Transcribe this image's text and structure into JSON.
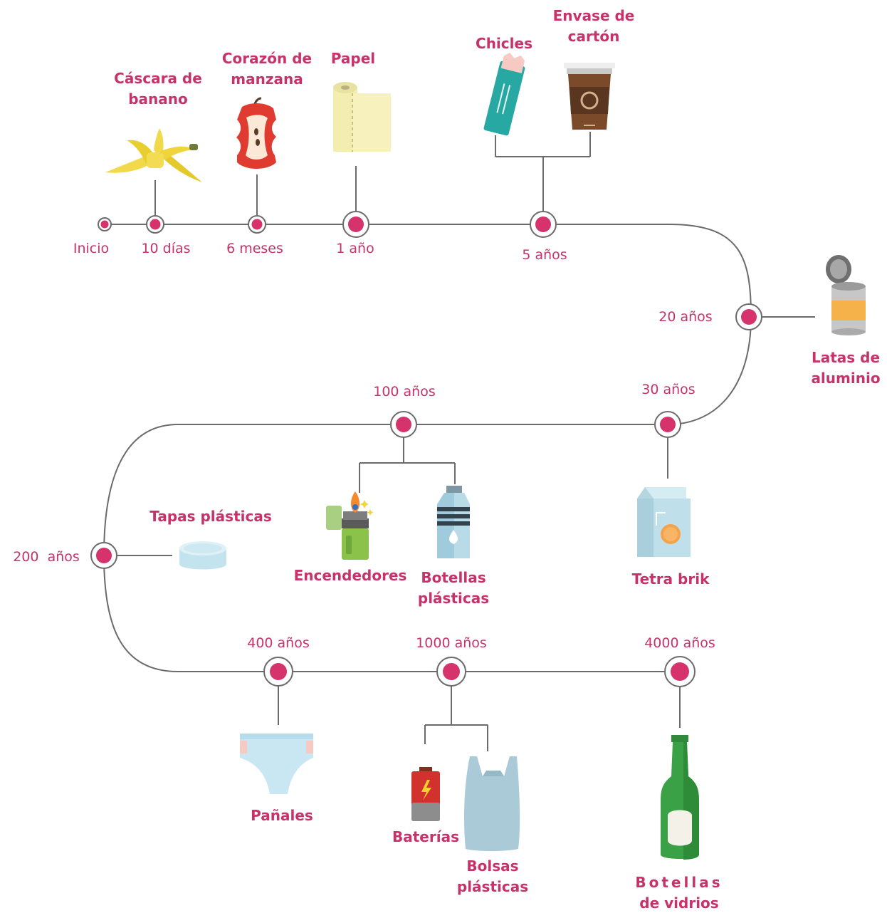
{
  "times": {
    "inicio": "Inicio",
    "d10": "10 días",
    "m6": "6 meses",
    "y1": "1 año",
    "y5": "5 años",
    "y20": "20 años",
    "y30": "30 años",
    "y100": "100 años",
    "y200": "200  años",
    "y400": "400 años",
    "y1000": "1000 años",
    "y4000": "4000 años"
  },
  "items": {
    "banana": [
      "Cáscara de",
      "banano"
    ],
    "apple": [
      "Corazón de",
      "manzana"
    ],
    "paper": [
      "Papel"
    ],
    "gum": [
      "Chicles"
    ],
    "carton": [
      "Envase de",
      "cartón"
    ],
    "cans": [
      "Latas de",
      "aluminio"
    ],
    "tetra": [
      "Tetra brik"
    ],
    "lighters": [
      "Encendedores"
    ],
    "plastic_bottles": [
      "Botellas",
      "plásticas"
    ],
    "caps": [
      "Tapas plásticas"
    ],
    "diapers": [
      "Pañales"
    ],
    "batteries": [
      "Baterías"
    ],
    "bags": [
      "Bolsas",
      "plásticas"
    ],
    "glass": [
      "Botellas",
      "de vidrios"
    ]
  },
  "icons": {
    "banana": "banana-peel-icon",
    "apple": "apple-core-icon",
    "paper": "paper-roll-icon",
    "gum": "chewing-gum-icon",
    "carton": "coffee-cup-icon",
    "cans": "aluminum-can-icon",
    "tetra": "milk-carton-icon",
    "lighters": "lighter-icon",
    "plastic_bottles": "plastic-bottle-icon",
    "caps": "plastic-cap-icon",
    "diapers": "diaper-icon",
    "batteries": "battery-icon",
    "bags": "plastic-bag-icon",
    "glass": "glass-bottle-icon"
  },
  "colors": {
    "accent": "#d6336c",
    "label": "#c8326a",
    "line": "#6b6b6b"
  }
}
